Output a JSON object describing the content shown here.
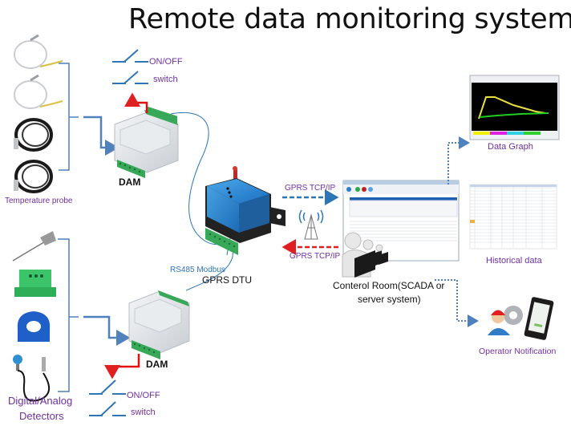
{
  "title": "Remote  data monitoring system",
  "sensors_top": {
    "label": "Temperature probe",
    "items": [
      {
        "icon": "temperature-probe-grey-icon"
      },
      {
        "icon": "temperature-probe-grey-icon"
      },
      {
        "icon": "temperature-probe-black-icon"
      },
      {
        "icon": "temperature-probe-black-icon"
      }
    ]
  },
  "sensors_bottom": {
    "label_line1": "Digital/Analog",
    "label_line2": "Detectors",
    "items": [
      {
        "icon": "thermocouple-icon"
      },
      {
        "icon": "signal-transmitter-icon"
      },
      {
        "icon": "current-sensor-icon"
      },
      {
        "icon": "pressure-sensor-icon"
      }
    ]
  },
  "switch_top": {
    "line1": "ON/OFF",
    "line2": "switch"
  },
  "switch_bottom": {
    "line1": "ON/OFF",
    "line2": "switch"
  },
  "dam_top": {
    "label": "DAM"
  },
  "dam_bottom": {
    "label": "DAM"
  },
  "dtu": {
    "label": "GPRS DTU",
    "bus_label": "RS485 Modbus"
  },
  "links": {
    "uplink": "GPRS TCP/IP",
    "downlink": "GPRS TCP/IP"
  },
  "control_room": {
    "line1": "Conterol Room(SCADA or",
    "line2": "server system)"
  },
  "outputs": {
    "graph": "Data Graph",
    "history": "Historical data",
    "notify": "Operator Notification"
  },
  "colors": {
    "purple_label": "#7030a0",
    "connector_blue": "#4f81bd",
    "dashed_blue": "#2e75b6",
    "dashed_red": "#e02020",
    "control_red": "#e01010"
  }
}
